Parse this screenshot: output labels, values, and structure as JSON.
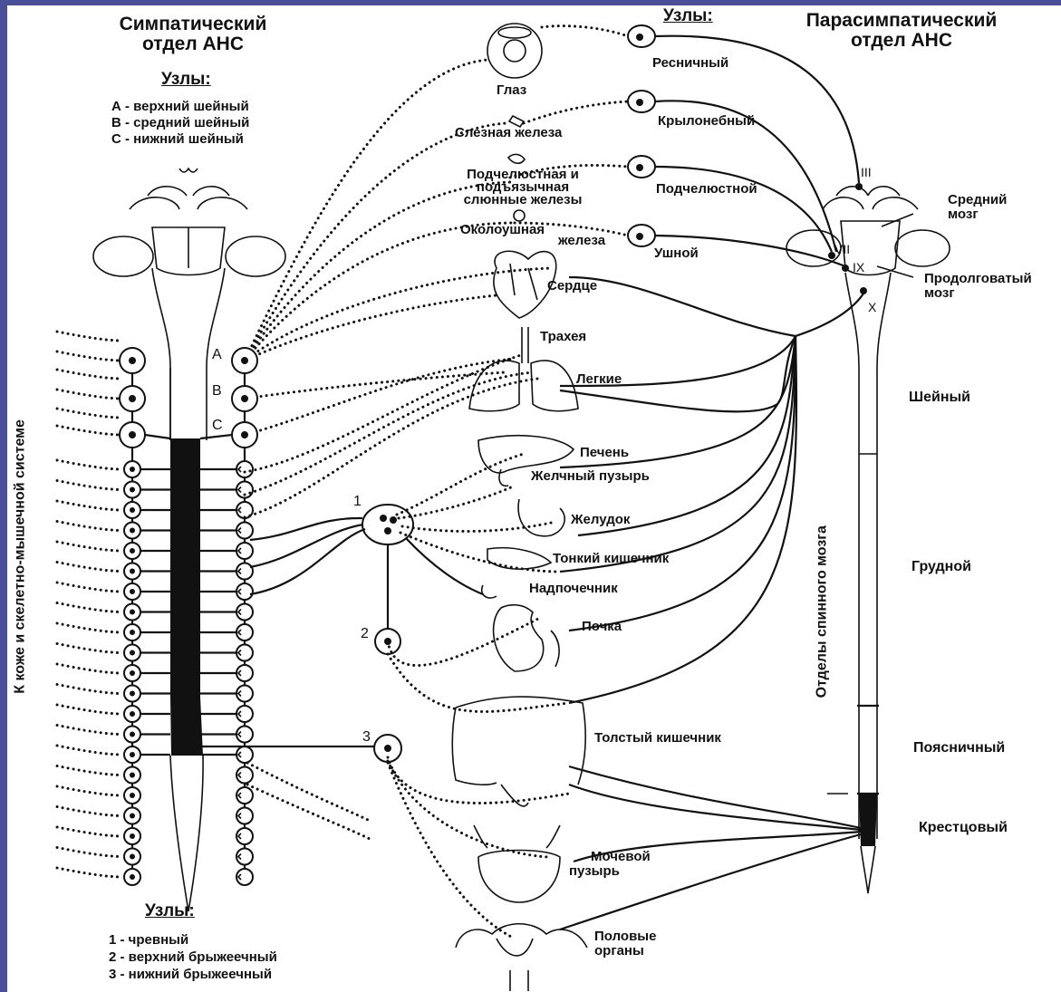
{
  "sympathetic": {
    "title_line1": "Симпатический",
    "title_line2": "отдел АНС",
    "nodes_heading": "Узлы:",
    "node_list": [
      "А - верхний шейный",
      "В - средний шейный",
      "С - нижний шейный"
    ],
    "node_letters": [
      "A",
      "B",
      "C"
    ]
  },
  "parasympathetic": {
    "title_line1": "Парасимпатический",
    "title_line2": "отдел АНС",
    "nodes_heading": "Узлы:",
    "ganglia": [
      "Ресничный",
      "Крылонебный",
      "Подчелюстной",
      "Ушной"
    ],
    "nerves": [
      "III",
      "VII",
      "IX",
      "X"
    ],
    "brain_labels": {
      "midbrain_1": "Средний",
      "midbrain_2": "мозг",
      "medulla_1": "Продолговатый",
      "medulla_2": "мозг"
    }
  },
  "prevertebral": {
    "nodes_heading": "Узлы:",
    "node_list": [
      "1 - чревный",
      "2 - верхний брыжеечный",
      "3 - нижний брыжеечный"
    ],
    "numbers": [
      "1",
      "2",
      "3"
    ]
  },
  "organs": {
    "eye": "Глаз",
    "lacrimal": "Слезная железа",
    "salivary_1": "Подчелюстная и",
    "salivary_2": "подъязычная",
    "salivary_3": "слюнные железы",
    "parotid_1": "Околоушная",
    "parotid_2": "железа",
    "heart": "Сердце",
    "trachea": "Трахея",
    "lungs": "Легкие",
    "liver": "Печень",
    "gallbladder": "Желчный пузырь",
    "stomach": "Желудок",
    "small_intestine": "Тонкий кишечник",
    "adrenal": "Надпочечник",
    "kidney": "Почка",
    "large_intestine": "Толстый кишечник",
    "bladder_1": "Мочевой",
    "bladder_2": "пузырь",
    "genitals_1": "Половые",
    "genitals_2": "органы"
  },
  "spinal_cord": {
    "sections_label": "Отделы спинного мозга",
    "sections": [
      "Шейный",
      "Грудной",
      "Поясничный",
      "Крестцовый"
    ]
  },
  "side_label": "К коже и скелетно-мышечной системе",
  "colors": {
    "background_frame": "#4a4f9a",
    "ink": "#111111",
    "page": "#ffffff"
  }
}
